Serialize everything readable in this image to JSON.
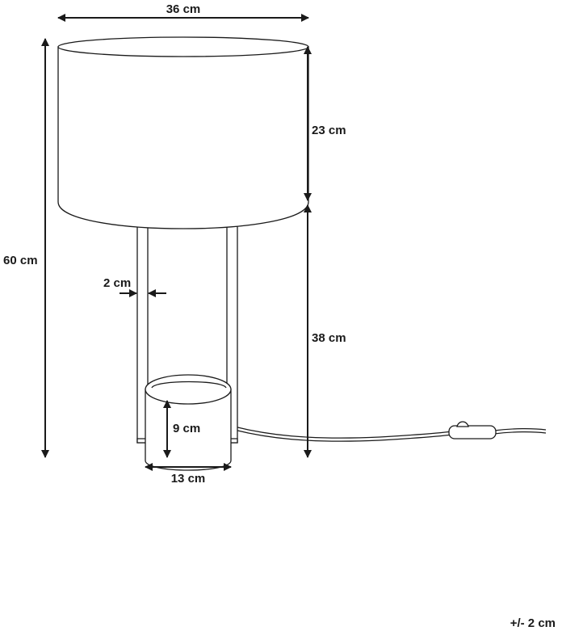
{
  "dimensions": {
    "shade_width": "36 cm",
    "shade_height": "23 cm",
    "total_height": "60 cm",
    "base_to_shade_height": "38 cm",
    "leg_width": "2 cm",
    "base_height": "9 cm",
    "base_width": "13 cm"
  },
  "tolerance": "+/- 2 cm"
}
